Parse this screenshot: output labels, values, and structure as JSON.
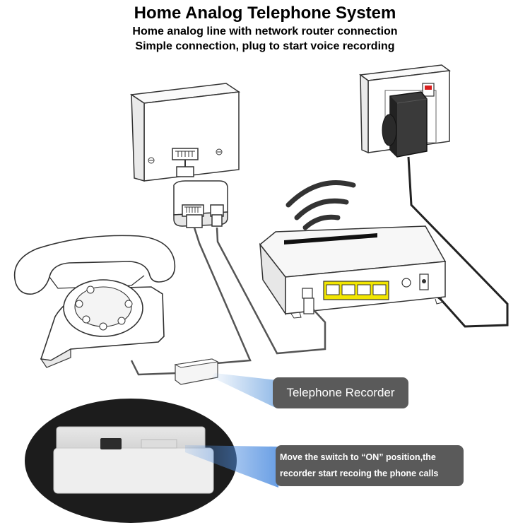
{
  "header": {
    "title": "Home Analog Telephone System",
    "subtitle_1": "Home analog line with network router connection",
    "subtitle_2": "Simple connection, plug to start voice recording"
  },
  "callouts": {
    "recorder_label": "Telephone Recorder",
    "switch_line_1": "Move the switch to “ON” position,the",
    "switch_line_2": "recorder start recoing the phone calls"
  },
  "icons": [
    "wall-phone-socket-icon",
    "power-socket-icon",
    "power-adapter-icon",
    "wifi-signal-icon",
    "router-icon",
    "rotary-telephone-icon",
    "line-splitter-icon",
    "recorder-device-icon"
  ],
  "colors": {
    "callout_bg": "#5a5a5a",
    "port_yellow": "#f2e600",
    "beam_blue": "#9fc3ec",
    "power_red": "#d81e1e"
  }
}
